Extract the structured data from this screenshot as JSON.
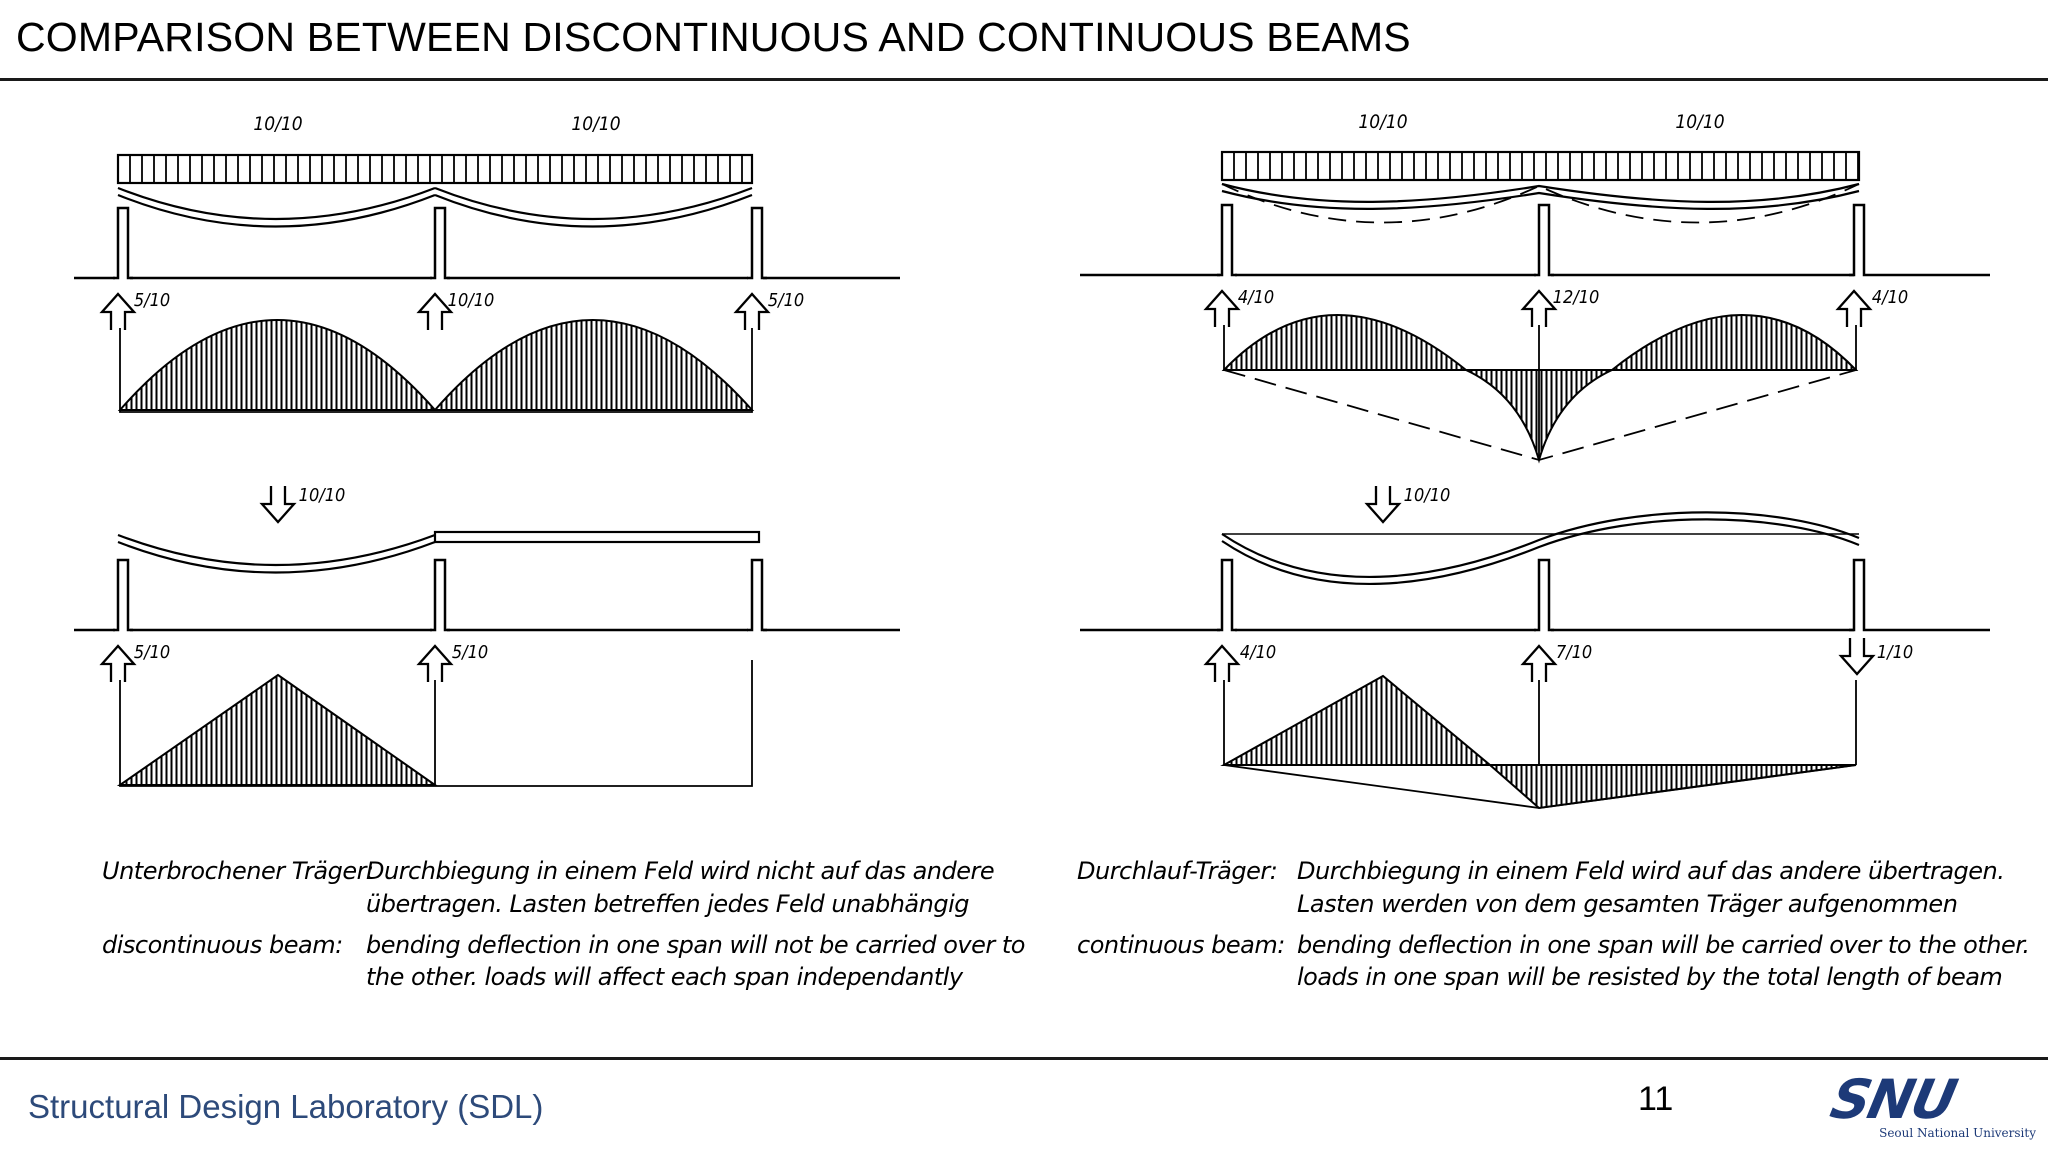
{
  "page": {
    "title": "COMPARISON BETWEEN DISCONTINUOUS AND CONTINUOUS BEAMS",
    "footer_lab": "Structural Design Laboratory (SDL)",
    "page_number": "11",
    "logo_mark": "SNU",
    "logo_text": "Seoul National University"
  },
  "colors": {
    "footer_text": "#2d4a7a",
    "logo": "#1d3a78",
    "ink": "#000000"
  },
  "left": {
    "top_loads": [
      "10/10",
      "10/10"
    ],
    "top_reactions": [
      "5/10",
      "10/10",
      "5/10"
    ],
    "bottom_load": "10/10",
    "bottom_reactions": [
      "5/10",
      "5/10"
    ],
    "caption": {
      "de_label": "Unterbrochener Träger:",
      "de_text_1": "Durchbiegung in einem Feld wird nicht auf das andere",
      "de_text_2": "übertragen. Lasten betreffen jedes Feld unabhängig",
      "en_label": "discontinuous beam:",
      "en_text_1": "bending deflection in one span will not be carried over to",
      "en_text_2": "the other.   loads will affect each span independantly"
    }
  },
  "right": {
    "top_loads": [
      "10/10",
      "10/10"
    ],
    "top_reactions": [
      "4/10",
      "12/10",
      "4/10"
    ],
    "bottom_load": "10/10",
    "bottom_reactions": [
      "4/10",
      "7/10",
      "1/10"
    ],
    "caption": {
      "de_label": "Durchlauf-Träger:",
      "de_text_1": "Durchbiegung in einem Feld wird auf das andere übertragen.",
      "de_text_2": "Lasten   werden von dem gesamten   Träger aufgenommen",
      "en_label": "continuous beam:",
      "en_text_1": "bending deflection in one span will be carried over to the other.",
      "en_text_2": "loads in one span will be resisted by the total length of beam"
    }
  }
}
